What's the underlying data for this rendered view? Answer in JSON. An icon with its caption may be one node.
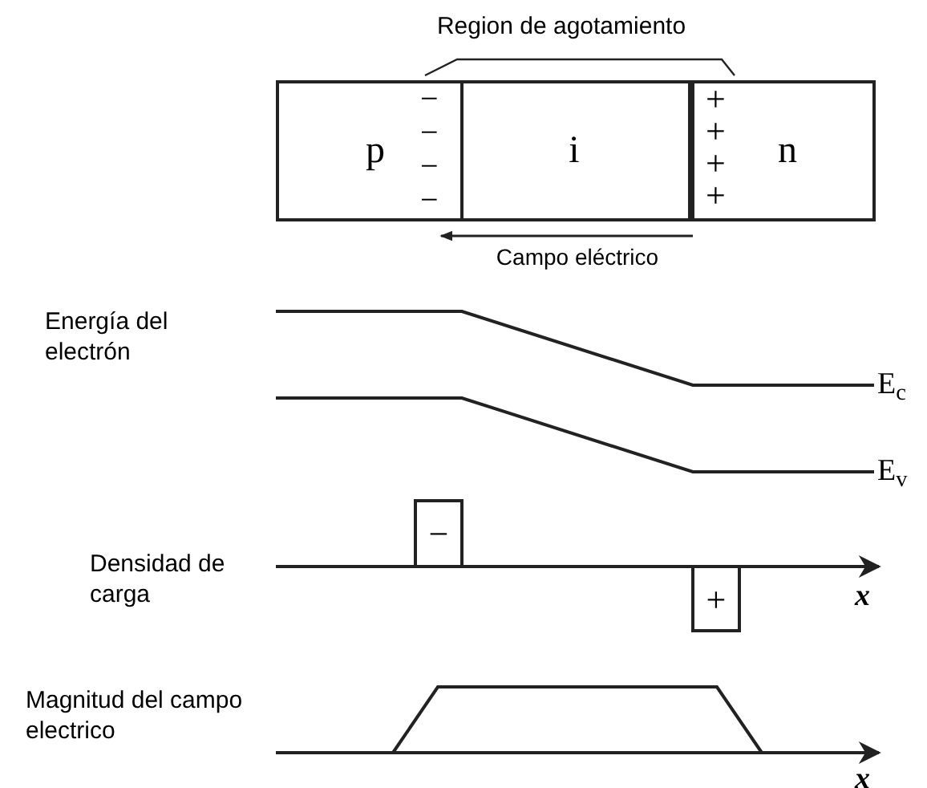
{
  "diagram": {
    "nodes": [
      {
        "text": [
          "p"
        ]
      },
      {
        "text": [
          "i"
        ]
      },
      {
        "text": [
          "n"
        ]
      },
      {
        "text": [
          "−"
        ]
      },
      {
        "text": [
          "+"
        ]
      }
    ],
    "labels": [
      "Region de agotamiento",
      "−",
      "−",
      "−",
      "−",
      "+",
      "+",
      "+",
      "+",
      "Campo eléctrico",
      "Energía del electrón",
      "E$_{c}$",
      "E$_{v}$",
      "Densidad de carga",
      "x",
      "Magnitud del campo electrico",
      "x"
    ]
  }
}
